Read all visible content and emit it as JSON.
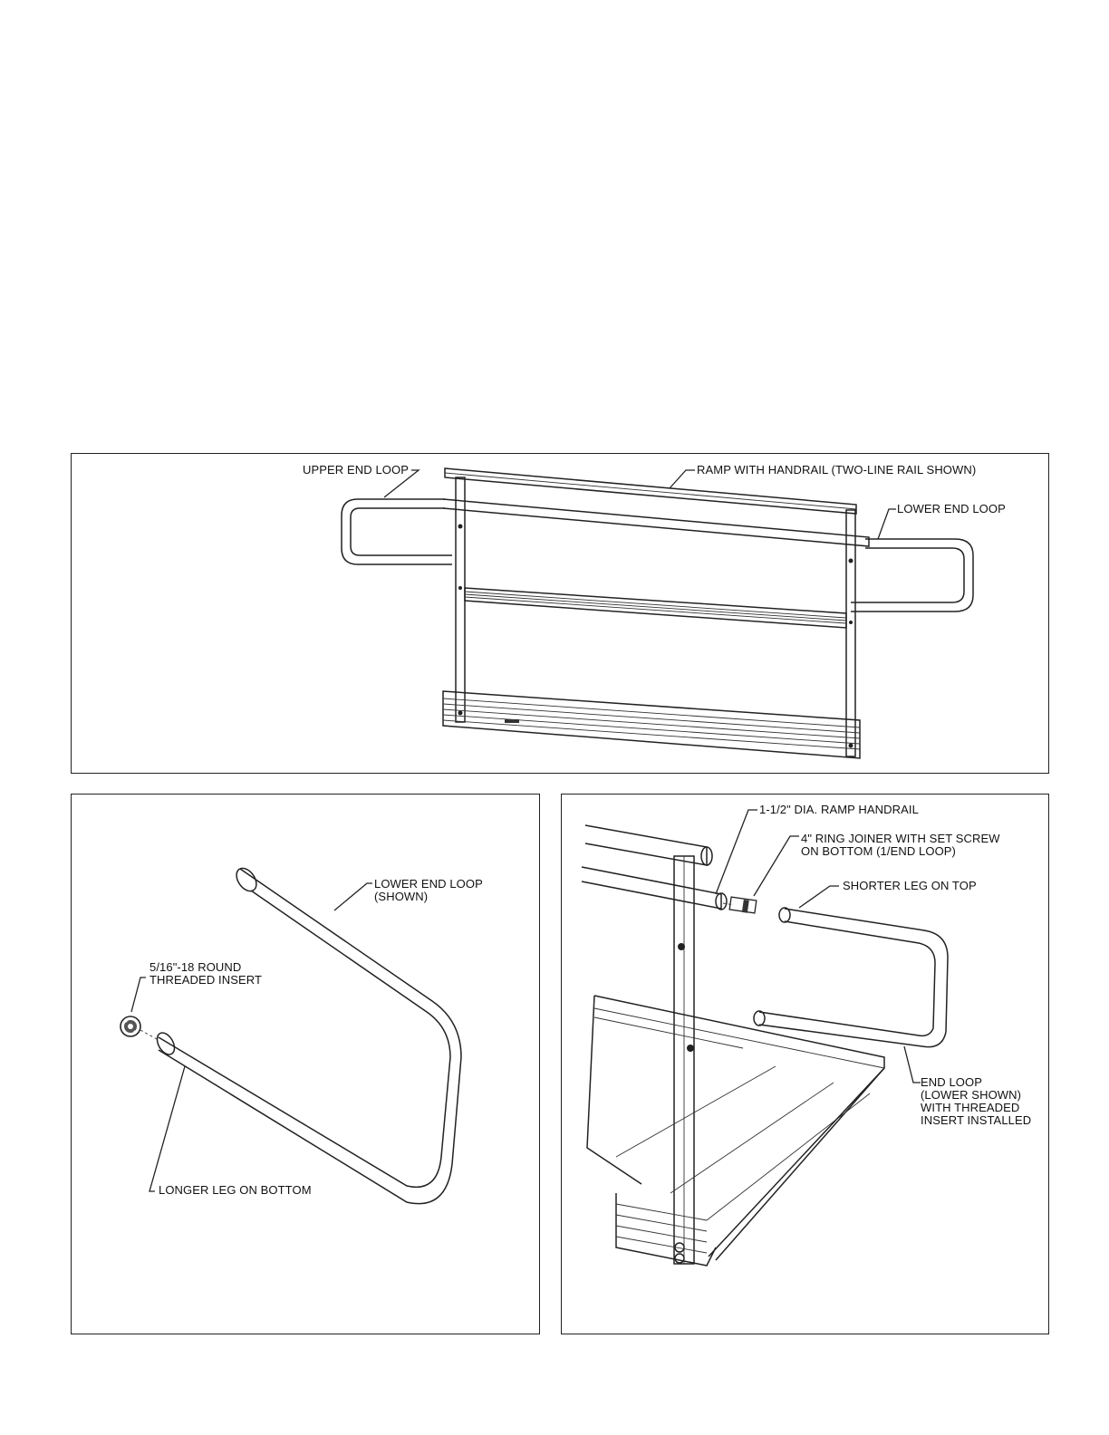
{
  "top_panel": {
    "upper_end_loop": "UPPER END LOOP",
    "ramp_with_handrail": "RAMP WITH HANDRAIL (TWO-LINE RAIL SHOWN)",
    "lower_end_loop": "LOWER END LOOP"
  },
  "bottom_left_panel": {
    "lower_end_loop_line1": "LOWER END LOOP",
    "lower_end_loop_line2": "(SHOWN)",
    "threaded_insert_line1": "5/16\"-18 ROUND",
    "threaded_insert_line2": "THREADED INSERT",
    "longer_leg": "LONGER LEG ON BOTTOM"
  },
  "bottom_right_panel": {
    "ramp_handrail": "1-1/2\" DIA. RAMP HANDRAIL",
    "ring_joiner_line1": "4\" RING JOINER WITH SET SCREW",
    "ring_joiner_line2": "ON BOTTOM (1/END LOOP)",
    "shorter_leg": "SHORTER LEG ON TOP",
    "end_loop_line1": "END LOOP",
    "end_loop_line2": "(LOWER SHOWN)",
    "end_loop_line3": "WITH THREADED",
    "end_loop_line4": "INSERT INSTALLED"
  }
}
